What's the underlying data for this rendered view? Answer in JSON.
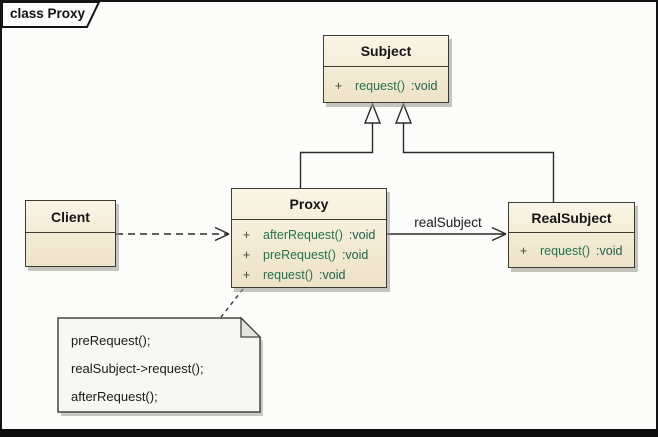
{
  "frame": {
    "title": "class Proxy"
  },
  "classes": [
    {
      "name": "Subject",
      "methods": [
        {
          "vis": "+",
          "sig": "request()",
          "type": ":void"
        }
      ]
    },
    {
      "name": "Proxy",
      "methods": [
        {
          "vis": "+",
          "sig": "afterRequest()",
          "type": ":void"
        },
        {
          "vis": "+",
          "sig": "preRequest()",
          "type": ":void"
        },
        {
          "vis": "+",
          "sig": "request()",
          "type": ":void"
        }
      ]
    },
    {
      "name": "RealSubject",
      "methods": [
        {
          "vis": "+",
          "sig": "request()",
          "type": ":void"
        }
      ]
    },
    {
      "name": "Client",
      "methods": []
    }
  ],
  "labels": {
    "association": "realSubject"
  },
  "note": {
    "lines": [
      "preRequest();",
      "realSubject->request();",
      "afterRequest();"
    ]
  },
  "colors": {
    "class_fill_top": "#faf5e6",
    "class_fill_bottom": "#eee3c9",
    "class_border": "#3b3b31",
    "method_text_green": "#23734f",
    "line": "#2b2b2b",
    "note_fill": "#f7f7f4",
    "frame_background": "#fcfcfa",
    "frame_border": "#141414"
  }
}
